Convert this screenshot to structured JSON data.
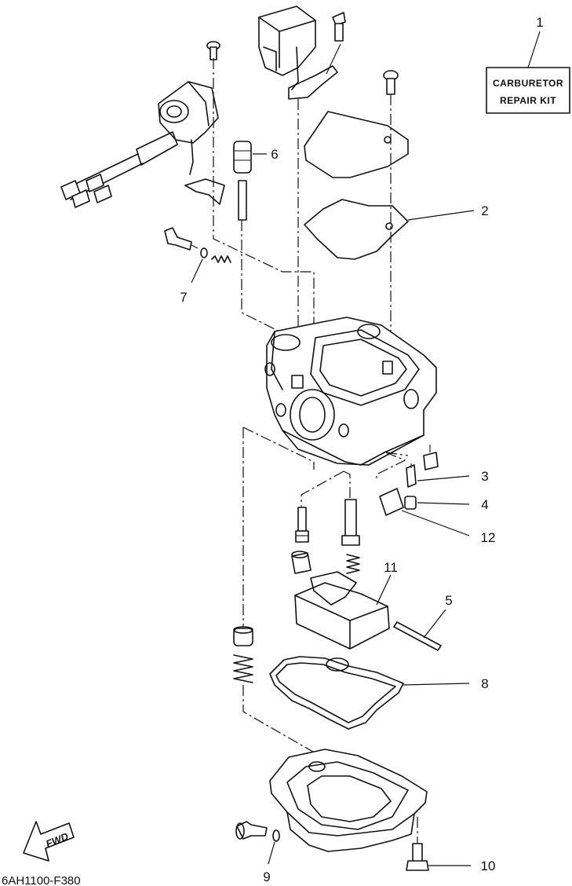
{
  "kit": {
    "line1": "CARBURETOR",
    "line2": "REPAIR KIT"
  },
  "callouts": [
    "1",
    "2",
    "3",
    "4",
    "5",
    "6",
    "7",
    "8",
    "9",
    "10",
    "11",
    "12"
  ],
  "fwd": "FWD",
  "drawing_code": "6AH1100-F380"
}
